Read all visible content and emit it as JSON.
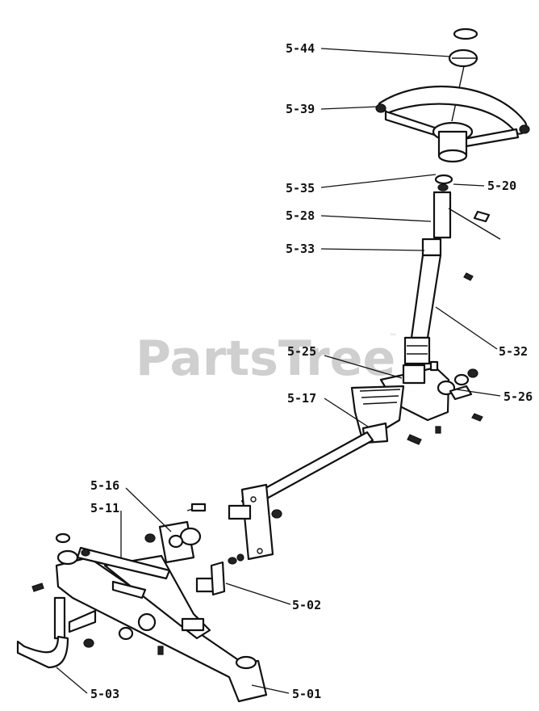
{
  "watermark": {
    "text": "PartsTree",
    "trademark": "™"
  },
  "callouts": {
    "c_5_44": "5-44",
    "c_5_39": "5-39",
    "c_5_35": "5-35",
    "c_5_20": "5-20",
    "c_5_28": "5-28",
    "c_5_33": "5-33",
    "c_5_32": "5-32",
    "c_5_25": "5-25",
    "c_5_26": "5-26",
    "c_5_17": "5-17",
    "c_5_16": "5-16",
    "c_5_11": "5-11",
    "c_5_02": "5-02",
    "c_5_03": "5-03",
    "c_5_01": "5-01"
  }
}
